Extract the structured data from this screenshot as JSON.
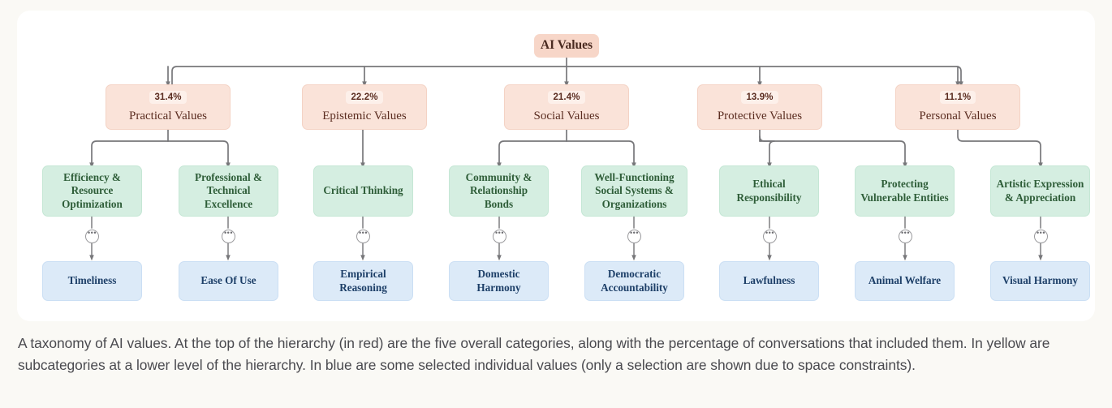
{
  "figure": {
    "root": {
      "label": "AI Values"
    },
    "categories": [
      {
        "id": "practical",
        "pct": "31.4%",
        "label": "Practical Values"
      },
      {
        "id": "epistemic",
        "pct": "22.2%",
        "label": "Epistemic Values"
      },
      {
        "id": "social",
        "pct": "21.4%",
        "label": "Social Values"
      },
      {
        "id": "protective",
        "pct": "13.9%",
        "label": "Protective Values"
      },
      {
        "id": "personal",
        "pct": "11.1%",
        "label": "Personal Values"
      }
    ],
    "subcategories": [
      {
        "id": "efficiency",
        "label": "Efficiency & Resource Optimization",
        "parent": "practical"
      },
      {
        "id": "professional",
        "label": "Professional & Technical Excellence",
        "parent": "practical"
      },
      {
        "id": "critical",
        "label": "Critical Thinking",
        "parent": "epistemic"
      },
      {
        "id": "community",
        "label": "Community & Relationship Bonds",
        "parent": "social"
      },
      {
        "id": "wellfunction",
        "label": "Well-Functioning Social Systems & Organizations",
        "parent": "social"
      },
      {
        "id": "ethical",
        "label": "Ethical Responsibility",
        "parent": "protective"
      },
      {
        "id": "protecting",
        "label": "Protecting Vulnerable Entities",
        "parent": "protective"
      },
      {
        "id": "artistic",
        "label": "Artistic Expression & Appreciation",
        "parent": "personal"
      }
    ],
    "values": [
      {
        "id": "timeliness",
        "label": "Timeliness",
        "parent": "efficiency"
      },
      {
        "id": "easeofuse",
        "label": "Ease Of Use",
        "parent": "professional"
      },
      {
        "id": "empirical",
        "label": "Empirical Reasoning",
        "parent": "critical"
      },
      {
        "id": "domestic",
        "label": "Domestic Harmony",
        "parent": "community"
      },
      {
        "id": "democratic",
        "label": "Democratic Accountability",
        "parent": "wellfunction"
      },
      {
        "id": "lawfulness",
        "label": "Lawfulness",
        "parent": "ethical"
      },
      {
        "id": "animal",
        "label": "Animal Welfare",
        "parent": "protecting"
      },
      {
        "id": "visual",
        "label": "Visual Harmony",
        "parent": "artistic"
      }
    ],
    "ellipsis_glyph": "•••",
    "caption": "A taxonomy of AI values. At the top of the hierarchy (in red) are the five overall categories, along with the percentage of conversations that included them. In yellow are subcategories at a lower level of the hierarchy. In blue are some selected individual values (only a selection are shown due to space constraints).",
    "colors": {
      "page_background": "#faf9f5",
      "card_background": "#ffffff",
      "root_fill": "#f7d6c8",
      "category_fill": "#fae3d9",
      "category_text": "#5b2d21",
      "subcategory_fill": "#d5eee1",
      "subcategory_text": "#2e5d38",
      "value_fill": "#dceaf8",
      "value_text": "#1d3f68",
      "connector": "#77777a",
      "caption_text": "#4a4a4f"
    }
  }
}
